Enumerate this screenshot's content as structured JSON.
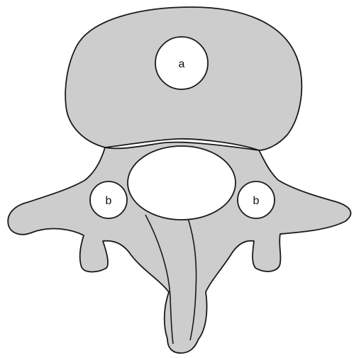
{
  "labels": {
    "a": "a",
    "b_left": "b",
    "b_right": "b"
  },
  "colors": {
    "bone_fill": "#cdcdcd",
    "outline": "#1a1a1a",
    "holes": "#ffffff"
  }
}
